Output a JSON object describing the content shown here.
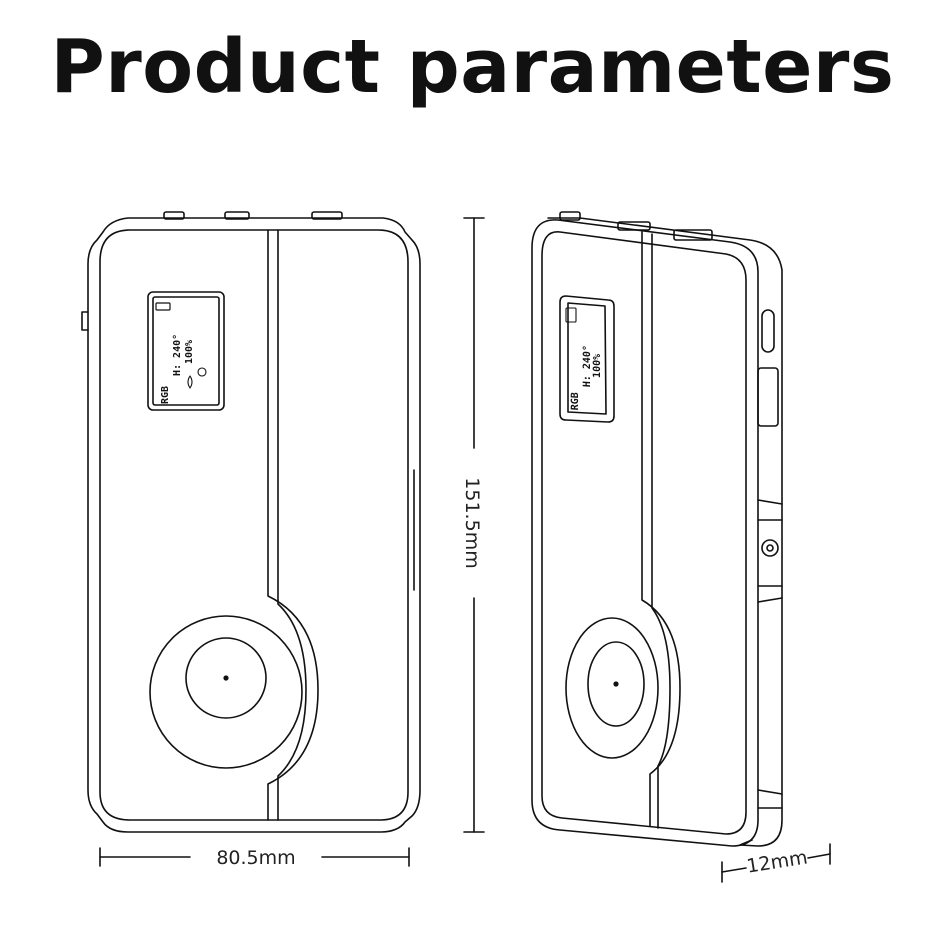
{
  "title": "Product parameters",
  "dimensions": {
    "width": "80.5mm",
    "height": "151.5mm",
    "depth": "12mm"
  },
  "screen": {
    "mode": "RGB",
    "hue": "H: 240°",
    "brightness": "100%"
  },
  "colors": {
    "line": "#111111",
    "background": "#ffffff",
    "dimension": "#222222"
  }
}
